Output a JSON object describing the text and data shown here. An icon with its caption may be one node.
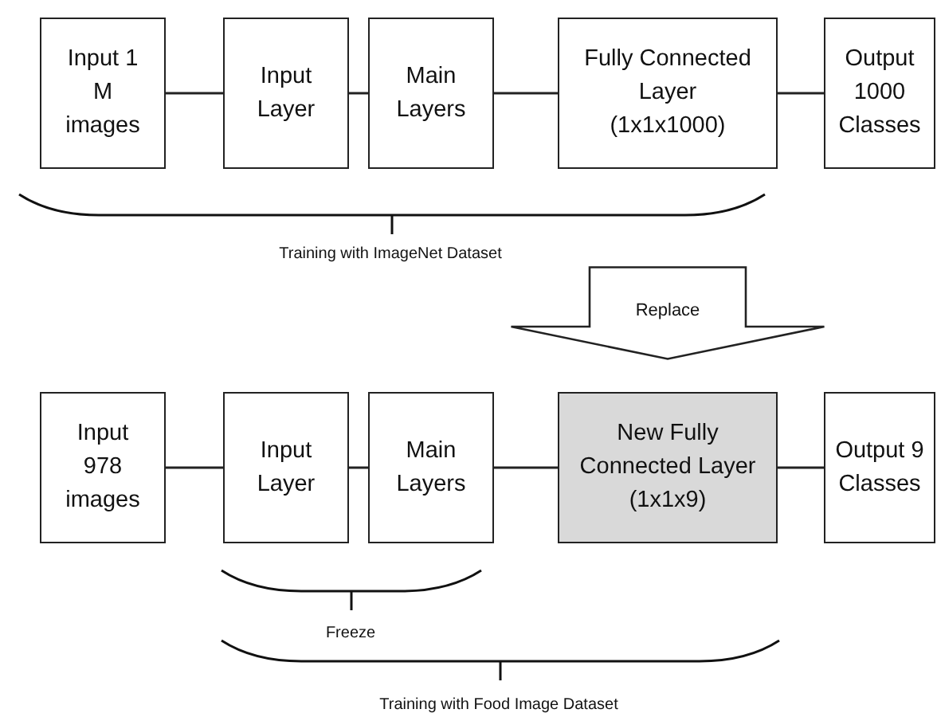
{
  "diagram": {
    "nodes": [
      {
        "text": [
          "Input 1 M images"
        ]
      },
      {
        "text": [
          "Input Layer"
        ]
      },
      {
        "text": [
          "Main Layers"
        ]
      },
      {
        "text": [
          "Fully Connected Layer (1x1x1000)"
        ]
      },
      {
        "text": [
          "Output 1000 Classes"
        ]
      },
      {
        "text": [
          "Replace"
        ]
      },
      {
        "text": [
          "Input 978 images"
        ]
      },
      {
        "text": [
          "Input Layer"
        ]
      },
      {
        "text": [
          "Main Layers"
        ]
      },
      {
        "text": [
          "New Fully Connected Layer (1x1x9)"
        ]
      },
      {
        "text": [
          "Output 9 Classes"
        ]
      }
    ],
    "edges": [
      {
        "from": 0,
        "to": 1,
        "arrow": "none"
      },
      {
        "from": 1,
        "to": 2,
        "arrow": "none"
      },
      {
        "from": 2,
        "to": 3,
        "arrow": "none"
      },
      {
        "from": 3,
        "to": 4,
        "arrow": "none"
      },
      {
        "from": 6,
        "to": 7,
        "arrow": "none"
      },
      {
        "from": 7,
        "to": 8,
        "arrow": "none"
      },
      {
        "from": 8,
        "to": 9,
        "arrow": "none"
      },
      {
        "from": 9,
        "to": 10,
        "arrow": "none"
      }
    ],
    "labels": [
      "Training with ImageNet Dataset",
      "Freeze",
      "Training with Food Image Dataset"
    ]
  }
}
